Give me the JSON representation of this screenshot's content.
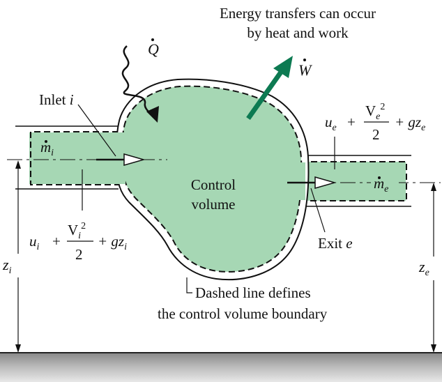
{
  "title_line1": "Energy transfers can occur",
  "title_line2": "by heat and work",
  "heat_symbol": "Q",
  "work_symbol": "W",
  "inlet_label": "Inlet",
  "inlet_var": "i",
  "exit_label": "Exit",
  "exit_var": "e",
  "control_volume_line1": "Control",
  "control_volume_line2": "volume",
  "boundary_note_line1": "Dashed line defines",
  "boundary_note_line2": "the control volume boundary",
  "mass_flow_in": {
    "symbol": "m",
    "sub": "i"
  },
  "mass_flow_out": {
    "symbol": "m",
    "sub": "e"
  },
  "inlet_energy": {
    "u": "u",
    "sub": "i",
    "plus": "+",
    "V": "V",
    "sq": "2",
    "den": "2",
    "tail": "+ gz"
  },
  "exit_energy": {
    "u": "u",
    "sub": "e",
    "plus": "+",
    "V": "V",
    "sq": "2",
    "den": "2",
    "tail": "+ gz"
  },
  "z_inlet": {
    "symbol": "z",
    "sub": "i"
  },
  "z_exit": {
    "symbol": "z",
    "sub": "e"
  },
  "colors": {
    "fill": "#a6d7b4",
    "arrow": "#0d7a52",
    "ground": "#9a9a9a"
  }
}
